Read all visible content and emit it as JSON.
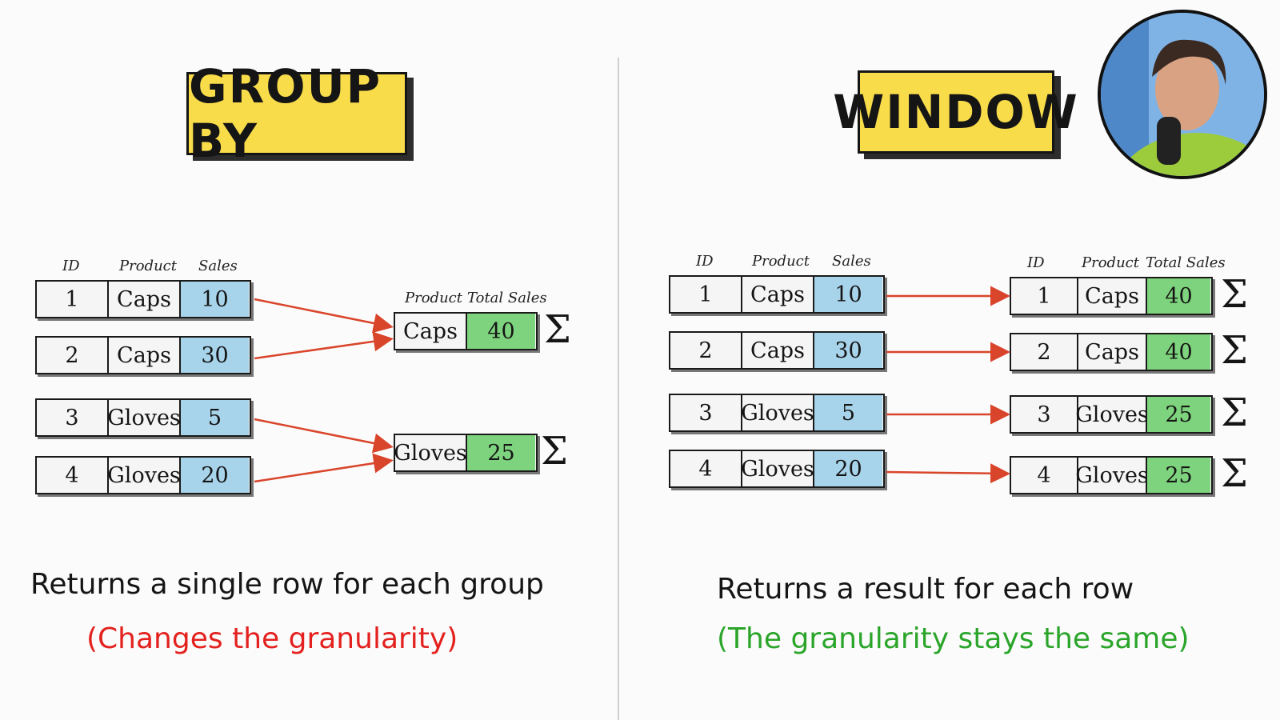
{
  "left": {
    "title": "GROUP BY",
    "headers": [
      "ID",
      "Product",
      "Sales"
    ],
    "rows": [
      {
        "id": "1",
        "product": "Caps",
        "sales": "10"
      },
      {
        "id": "2",
        "product": "Caps",
        "sales": "30"
      },
      {
        "id": "3",
        "product": "Gloves",
        "sales": "5"
      },
      {
        "id": "4",
        "product": "Gloves",
        "sales": "20"
      }
    ],
    "result_headers": [
      "Product",
      "Total Sales"
    ],
    "results": [
      {
        "product": "Caps",
        "total": "40"
      },
      {
        "product": "Gloves",
        "total": "25"
      }
    ],
    "caption": "Returns a single row for each group",
    "subcaption": "(Changes the granularity)"
  },
  "right": {
    "title": "WINDOW",
    "headers": [
      "ID",
      "Product",
      "Sales"
    ],
    "rows": [
      {
        "id": "1",
        "product": "Caps",
        "sales": "10"
      },
      {
        "id": "2",
        "product": "Caps",
        "sales": "30"
      },
      {
        "id": "3",
        "product": "Gloves",
        "sales": "5"
      },
      {
        "id": "4",
        "product": "Gloves",
        "sales": "20"
      }
    ],
    "result_headers": [
      "ID",
      "Product",
      "Total Sales"
    ],
    "results": [
      {
        "id": "1",
        "product": "Caps",
        "total": "40"
      },
      {
        "id": "2",
        "product": "Caps",
        "total": "40"
      },
      {
        "id": "3",
        "product": "Gloves",
        "total": "25"
      },
      {
        "id": "4",
        "product": "Gloves",
        "total": "25"
      }
    ],
    "caption": "Returns a result for each row",
    "subcaption": "(The granularity stays the same)"
  },
  "sigma_symbol": "Σ",
  "colors": {
    "title_bg": "#f9dc4a",
    "sales_cell": "#a8d4eb",
    "total_cell": "#7ed47e",
    "arrow": "#d9452b",
    "red_text": "#e3211e",
    "green_text": "#2aa52a"
  }
}
